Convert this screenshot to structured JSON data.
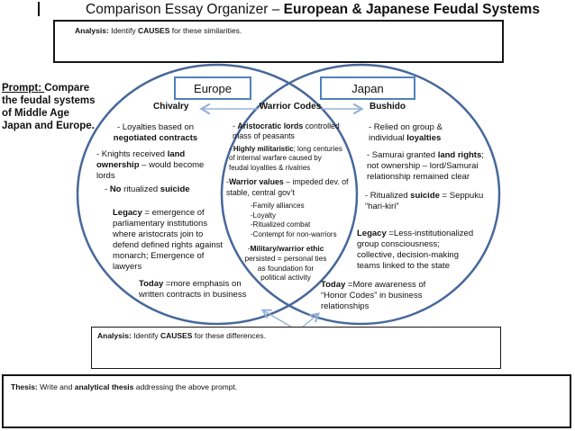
{
  "title": {
    "prefix": "Comparison Essay Organizer – ",
    "emphasis": "European & Japanese Feudal Systems"
  },
  "prompt": {
    "segments": [
      {
        "t": "Prompt: ",
        "b": true,
        "u": true
      },
      {
        "t": " Compare\nthe feudal systems\nof Middle Age\nJapan and Europe.",
        "b": true
      }
    ]
  },
  "analysis_similarities": {
    "segments": [
      {
        "t": "Analysis:",
        "b": true
      },
      {
        "t": "  Identify "
      },
      {
        "t": "CAUSES",
        "b": true
      },
      {
        "t": " for these similarities."
      }
    ]
  },
  "analysis_differences": {
    "segments": [
      {
        "t": "Analysis:",
        "b": true
      },
      {
        "t": "  Identify "
      },
      {
        "t": "CAUSES",
        "b": true
      },
      {
        "t": " for these differences."
      }
    ]
  },
  "thesis": {
    "segments": [
      {
        "t": "Thesis:",
        "b": true
      },
      {
        "t": "  Write and "
      },
      {
        "t": "analytical thesis",
        "b": true
      },
      {
        "t": " addressing the above prompt."
      }
    ]
  },
  "venn": {
    "left_label": "Europe",
    "right_label": "Japan",
    "left_code": "Chivalry",
    "shared_code": "Warrior Codes",
    "right_code": "Bushido",
    "colors": {
      "circle_stroke": "#47689a",
      "arrow": "#95b3d7",
      "header_border": "#4f81bd"
    },
    "europe_items": [
      {
        "segments": [
          {
            "t": "- Loyalties based on\n"
          },
          {
            "t": "negotiated contracts",
            "b": true
          }
        ]
      },
      {
        "segments": [
          {
            "t": "- Knights received "
          },
          {
            "t": "land\nownership",
            "b": true
          },
          {
            "t": " – would become\nlords"
          }
        ]
      },
      {
        "segments": [
          {
            "t": "- "
          },
          {
            "t": "No",
            "b": true
          },
          {
            "t": " ritualized "
          },
          {
            "t": "suicide",
            "b": true
          }
        ]
      },
      {
        "segments": [
          {
            "t": "Legacy",
            "b": true
          },
          {
            "t": " = emergence of\nparliamentary institutions\nwhere aristocrats join to\ndefend defined rights against\nmonarch; Emergence of\nlawyers"
          }
        ]
      },
      {
        "segments": [
          {
            "t": "Today",
            "b": true
          },
          {
            "t": " =more emphasis on\nwritten contracts in business"
          }
        ]
      }
    ],
    "shared_items": [
      {
        "segments": [
          {
            "t": "- "
          },
          {
            "t": "Aristocratic lords",
            "b": true
          },
          {
            "t": " controlled\nmass of peasants"
          }
        ]
      },
      {
        "segments": [
          {
            "t": "- "
          },
          {
            "t": "Highly militaristic",
            "b": true
          },
          {
            "t": "; long centuries\nof internal warfare caused by\nfeudal loyalties & rivalries"
          }
        ]
      },
      {
        "segments": [
          {
            "t": "-"
          },
          {
            "t": "Warrior values",
            "b": true
          },
          {
            "t": " – impeded dev. of\nstable, central gov’t"
          }
        ]
      },
      {
        "segments": [
          {
            "t": "-Family alliances\n-Loyalty\n-Ritualized combat\n-Contempt for non-warriors"
          }
        ]
      },
      {
        "segments": [
          {
            "t": "-"
          },
          {
            "t": "Military/warrior ethic",
            "b": true
          },
          {
            "t": "\npersisted = personal ties\nas foundation for\npolitical activity"
          }
        ]
      }
    ],
    "japan_items": [
      {
        "segments": [
          {
            "t": "- Relied on group &\nindividual "
          },
          {
            "t": "loyalties",
            "b": true
          }
        ]
      },
      {
        "segments": [
          {
            "t": "- Samurai granted "
          },
          {
            "t": "land rights",
            "b": true
          },
          {
            "t": ";\nnot ownership – lord/Samurai\nrelationship remained clear"
          }
        ]
      },
      {
        "segments": [
          {
            "t": "- Ritualized "
          },
          {
            "t": "suicide",
            "b": true
          },
          {
            "t": " =  Seppuku\n“hari-kiri”"
          }
        ]
      },
      {
        "segments": [
          {
            "t": "Legacy",
            "b": true
          },
          {
            "t": " =Less-institutionalized\ngroup consciousness;\ncollective, decision-making\nteams linked to the state"
          }
        ]
      },
      {
        "segments": [
          {
            "t": "Today",
            "b": true
          },
          {
            "t": " =More awareness of\n“Honor Codes” in business\nrelationships"
          }
        ]
      }
    ]
  }
}
